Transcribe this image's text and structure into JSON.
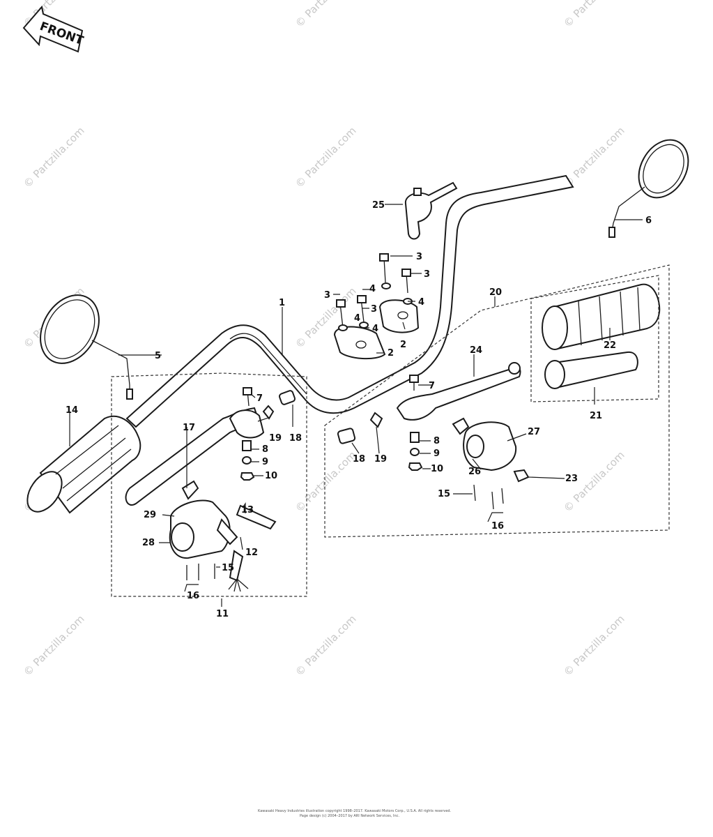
{
  "front_label": "FRONT",
  "watermark": "© Partzilla.com",
  "footer": {
    "line1": "Kawasaki Heavy Industries illustration copyright 1998–2017. Kawasaki Motors Corp., U.S.A. All rights reserved.",
    "line2": "Page design (c) 2004–2017 by ARI Network Services, Inc."
  },
  "callouts": {
    "c1": "1",
    "c2a": "2",
    "c2b": "2",
    "c3a": "3",
    "c3b": "3",
    "c3c": "3",
    "c3d": "3",
    "c4a": "4",
    "c4b": "4",
    "c4c": "4",
    "c4d": "4",
    "c5": "5",
    "c6": "6",
    "c7a": "7",
    "c7b": "7",
    "c8a": "8",
    "c8b": "8",
    "c9a": "9",
    "c9b": "9",
    "c10a": "10",
    "c10b": "10",
    "c11": "11",
    "c12": "12",
    "c13": "13",
    "c14": "14",
    "c15a": "15",
    "c15b": "15",
    "c16a": "16",
    "c16b": "16",
    "c17": "17",
    "c18a": "18",
    "c18b": "18",
    "c19a": "19",
    "c19b": "19",
    "c20": "20",
    "c21": "21",
    "c22": "22",
    "c23": "23",
    "c24": "24",
    "c25": "25",
    "c26": "26",
    "c27": "27",
    "c28": "28",
    "c29": "29"
  }
}
